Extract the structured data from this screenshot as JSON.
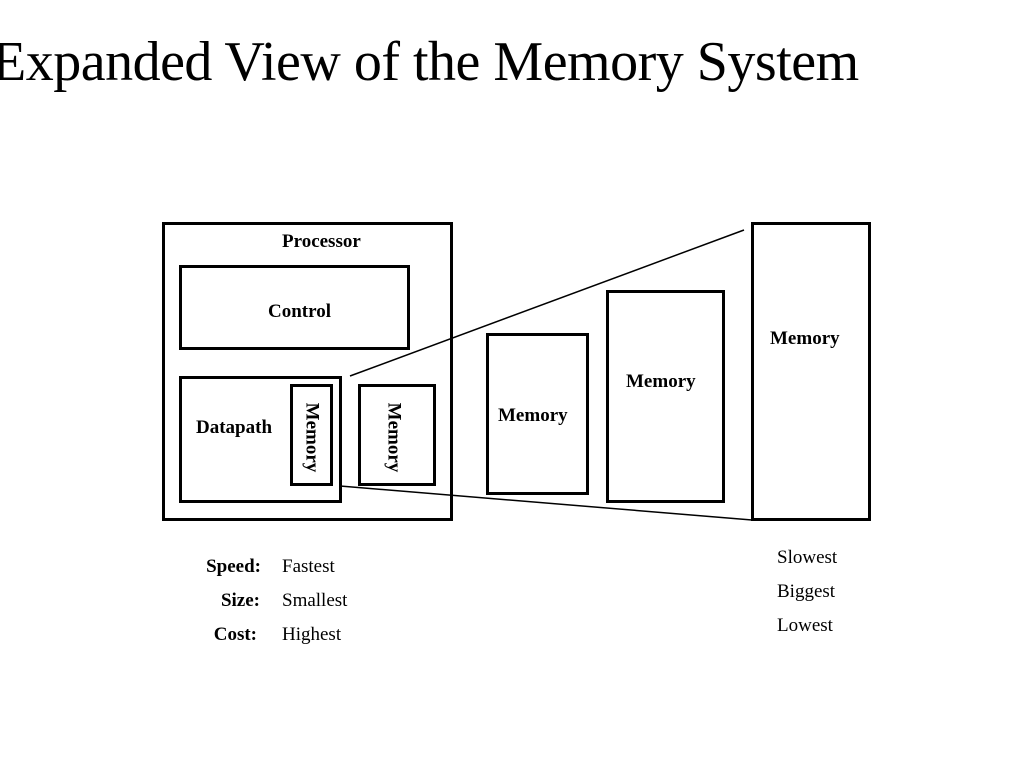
{
  "title": "Expanded View of the Memory System",
  "diagram": {
    "processor_label": "Processor",
    "control_label": "Control",
    "datapath_label": "Datapath",
    "datapath_memory_label": "Memory",
    "onchip_memory_label": "Memory",
    "memory_levels": [
      {
        "label": "Memory"
      },
      {
        "label": "Memory"
      },
      {
        "label": "Memory"
      }
    ]
  },
  "stats": {
    "left": [
      {
        "key": "Speed:",
        "value": "Fastest"
      },
      {
        "key": "Size:",
        "value": "Smallest"
      },
      {
        "key": "Cost:",
        "value": "Highest"
      }
    ],
    "right": [
      "Slowest",
      "Biggest",
      "Lowest"
    ]
  }
}
